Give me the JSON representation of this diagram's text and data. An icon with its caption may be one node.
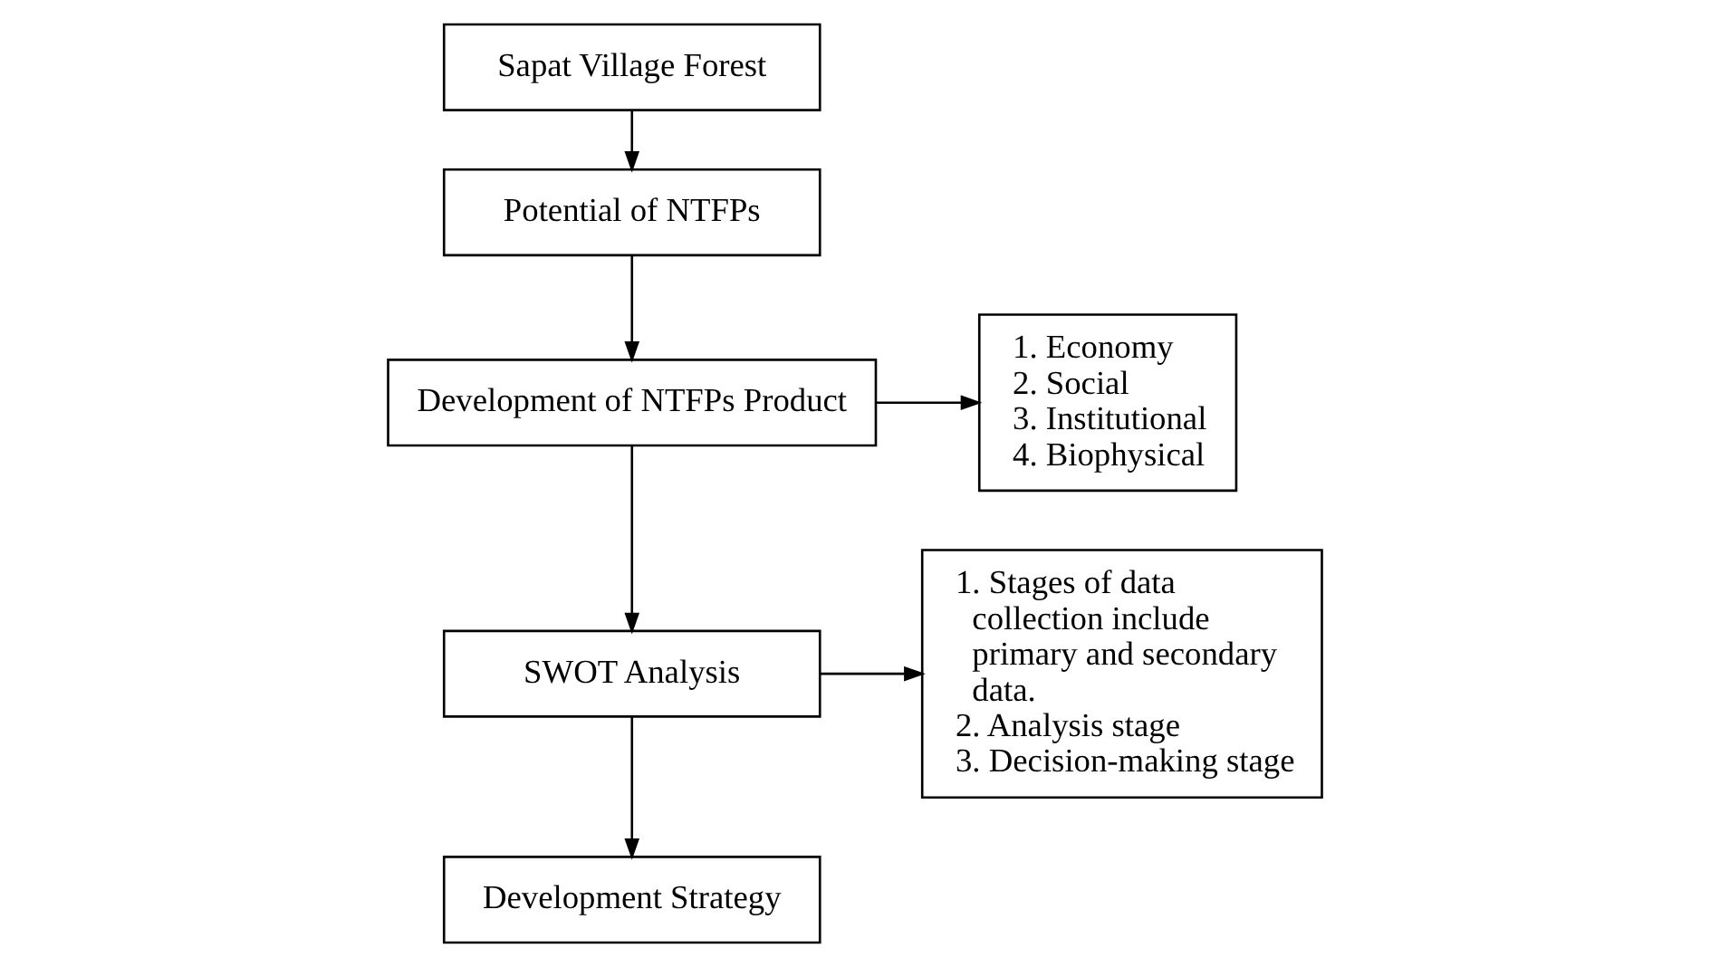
{
  "diagram": {
    "nodes": [
      {
        "text": [
          "Sapat Village Forest"
        ]
      },
      {
        "text": [
          "Potential of NTFPs"
        ]
      },
      {
        "text": [
          "Development of NTFPs Product"
        ]
      },
      {
        "text": [
          "1. Economy",
          "2. Social",
          "3. Institutional",
          "4. Biophysical"
        ]
      },
      {
        "text": [
          "SWOT Analysis"
        ]
      },
      {
        "text": [
          "1. Stages of data collection include primary and secondary data.",
          "2. Analysis stage",
          "3. Decision-making stage"
        ]
      },
      {
        "text": [
          "Development Strategy"
        ]
      }
    ],
    "edges": [
      {
        "from": 0,
        "to": 1,
        "arrow": "to"
      },
      {
        "from": 1,
        "to": 2,
        "arrow": "to"
      },
      {
        "from": 2,
        "to": 3,
        "arrow": "to"
      },
      {
        "from": 2,
        "to": 4,
        "arrow": "to"
      },
      {
        "from": 4,
        "to": 5,
        "arrow": "to"
      },
      {
        "from": 4,
        "to": 6,
        "arrow": "to"
      }
    ]
  }
}
